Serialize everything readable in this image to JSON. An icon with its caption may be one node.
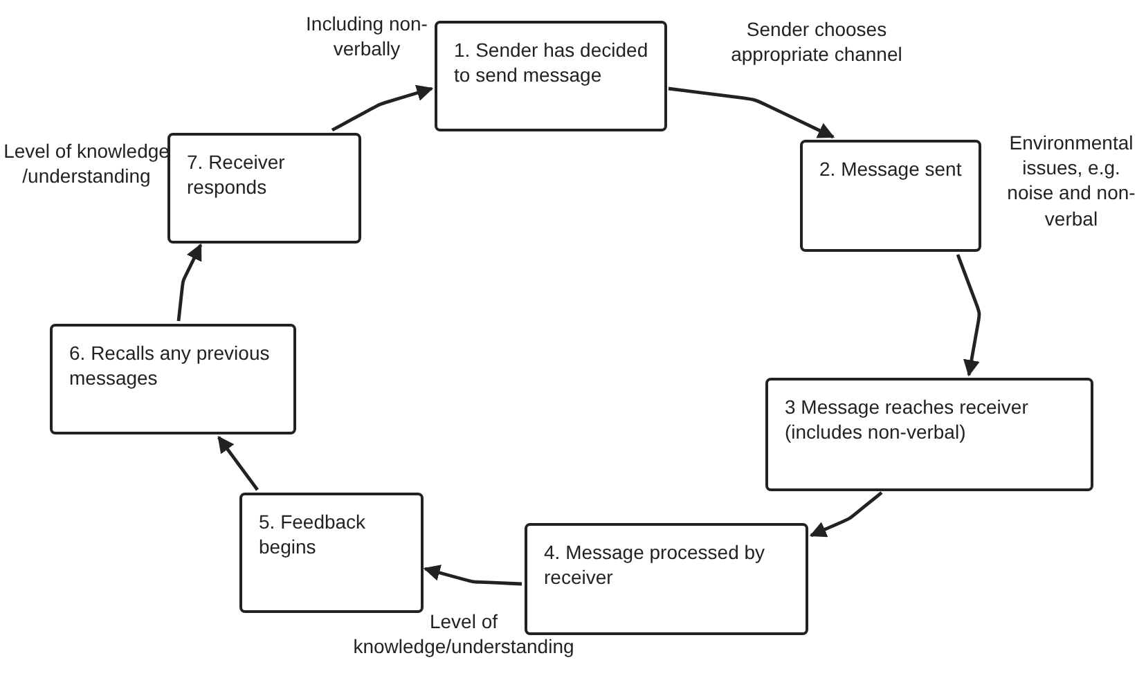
{
  "diagram": {
    "nodes": [
      {
        "text": [
          "1. Sender has decided to send message"
        ]
      },
      {
        "text": [
          "2. Message sent"
        ]
      },
      {
        "text": [
          "3 Message reaches receiver (includes non-verbal)"
        ]
      },
      {
        "text": [
          "4. Message processed by receiver"
        ]
      },
      {
        "text": [
          "5. Feedback begins"
        ]
      },
      {
        "text": [
          "6. Recalls any previous messages"
        ]
      },
      {
        "text": [
          "7. Receiver responds"
        ]
      }
    ],
    "edges": [
      {
        "from": 0,
        "to": 1,
        "arrow": "to",
        "label": "Sender chooses appropriate channel"
      },
      {
        "from": 1,
        "to": 2,
        "arrow": "to",
        "label": "Environmental issues, e.g. noise and non-verbal"
      },
      {
        "from": 2,
        "to": 3,
        "arrow": "to"
      },
      {
        "from": 3,
        "to": 4,
        "arrow": "to",
        "label": "Level of knowledge/understanding"
      },
      {
        "from": 4,
        "to": 5,
        "arrow": "to"
      },
      {
        "from": 5,
        "to": 6,
        "arrow": "to",
        "label": "Level of knowledge /understanding"
      },
      {
        "from": 6,
        "to": 0,
        "arrow": "to",
        "label": "Including non-verbally"
      }
    ]
  }
}
